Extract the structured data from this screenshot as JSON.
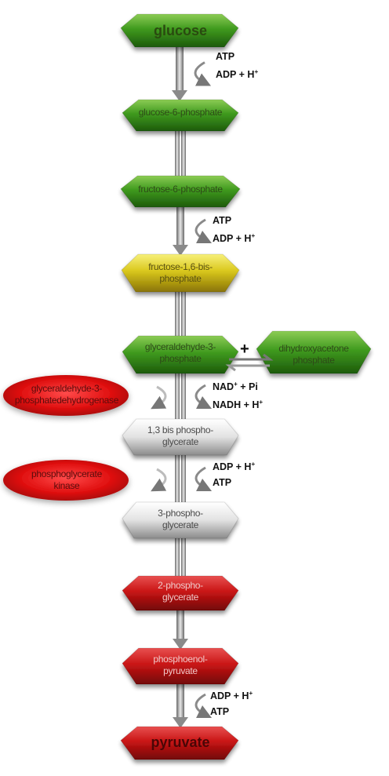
{
  "metabolites": [
    {
      "id": "glucose",
      "label": "glucose",
      "color": "green"
    },
    {
      "id": "g6p",
      "label": "glucose-6-phosphate",
      "color": "green"
    },
    {
      "id": "f6p",
      "label": "fructose-6-phosphate",
      "color": "green"
    },
    {
      "id": "f16bp",
      "label": "fructose-1,6-bis-\nphosphate",
      "color": "yellow"
    },
    {
      "id": "gap",
      "label": "glyceraldehyde-3-\nphosphate",
      "color": "green"
    },
    {
      "id": "bpg",
      "label": "1,3 bis phospho-\nglycerate",
      "color": "grey"
    },
    {
      "id": "pg3",
      "label": "3-phospho-\nglycerate",
      "color": "grey"
    },
    {
      "id": "pg2",
      "label": "2-phospho-\nglycerate",
      "color": "red"
    },
    {
      "id": "pep",
      "label": "phosphoenol-\npyruvate",
      "color": "red"
    },
    {
      "id": "pyruvate",
      "label": "pyruvate",
      "color": "red"
    }
  ],
  "side_metabolite": {
    "label": "dihydroxyacetone\nphosphate",
    "color": "green"
  },
  "plus_sign": "+",
  "cofactors": [
    {
      "id": "c1",
      "in": "ATP",
      "out": "ADP + H",
      "out_sup": "+"
    },
    {
      "id": "c2",
      "in": "ATP",
      "out": "ADP + H",
      "out_sup": "+"
    },
    {
      "id": "c3",
      "in": "NAD",
      "in_sup": "+",
      "in_rest": " + Pi",
      "out": "NADH + H",
      "out_sup": "+"
    },
    {
      "id": "c4",
      "in": "ADP + H",
      "in_sup": "+",
      "out": "ATP"
    },
    {
      "id": "c5",
      "in": "ADP + H",
      "in_sup": "+",
      "out": "ATP"
    }
  ],
  "enzymes": [
    {
      "id": "gapdh",
      "label": "glyceraldehyde-3-\nphosphatedehydrogenase"
    },
    {
      "id": "pgk",
      "label": "phosphoglycerate\nkinase"
    }
  ],
  "colors": {
    "green": [
      "#7ec14a",
      "#3f8f1c",
      "#1f5a0c"
    ],
    "yellow": [
      "#f2ea6a",
      "#d6c21a",
      "#8f7a08"
    ],
    "grey": [
      "#ffffff",
      "#dcdcdc",
      "#8a8a8a"
    ],
    "red": [
      "#e04848",
      "#c81616",
      "#7a0808"
    ],
    "enzyme": [
      "#ff5a5a",
      "#e81a1a",
      "#a80c0c"
    ]
  }
}
